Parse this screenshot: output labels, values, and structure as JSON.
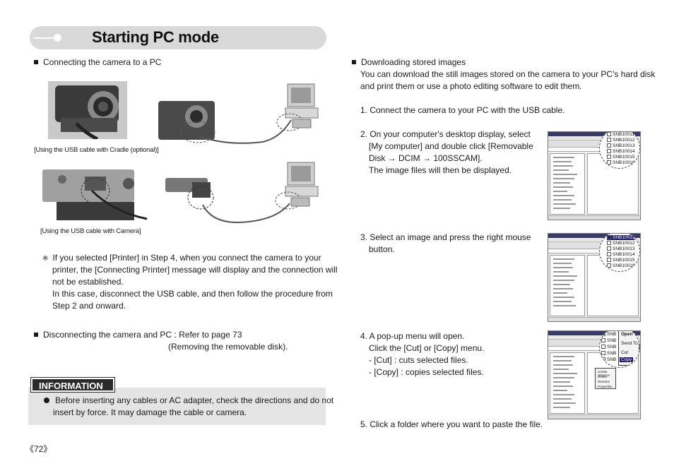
{
  "page": {
    "title": "Starting PC mode",
    "page_number": "《72》"
  },
  "left": {
    "connect_heading": "Connecting the camera to a PC",
    "caption_cradle": "[Using the USB cable with Cradle (optional)]",
    "caption_camera": "[Using the USB cable with Camera]",
    "note_symbol": "※",
    "note_lines": [
      "If you selected [Printer] in Step 4, when you connect the camera to your",
      "printer, the [Connecting Printer] message will display and the connection will",
      "not be established.",
      "In this case, disconnect the USB cable, and then follow the procedure from",
      "Step 2 and onward."
    ],
    "disconnect_line1": "Disconnecting the camera and PC : Refer to page 73",
    "disconnect_line2": "(Removing the removable disk).",
    "info_label": "INFORMATION",
    "info_lines": [
      "Before inserting any cables or AC adapter, check the directions and do not",
      "insert by force. It may damage the cable or camera."
    ]
  },
  "right": {
    "download_heading": "Downloading stored images",
    "intro_lines": [
      "You can download the still images stored on the camera to your PC's hard disk",
      "and print them or use a photo editing software to edit them."
    ],
    "step1": "1. Connect the camera to your PC with the USB cable.",
    "step2_lines": [
      "2. On your computer's desktop display, select",
      "[My computer] and double click [Removable",
      "Disk → DCIM → 100SSCAM].",
      "The image files will then be displayed."
    ],
    "step3_lines": [
      "3. Select an image and press the right mouse",
      "button."
    ],
    "step4_lines": [
      "4. A pop-up menu will open.",
      "Click the [Cut] or [Copy] menu.",
      "- [Cut]      : cuts selected files.",
      "- [Copy]   : copies selected files."
    ],
    "step5": "5. Click a folder where you want to paste the file."
  },
  "screenshots": {
    "files": [
      "SNB10011",
      "SNB10012",
      "SNB10013",
      "SNB10014",
      "SNB10015",
      "SNB10016"
    ],
    "context_menu": [
      "Open",
      "Send To",
      "Cut",
      "Copy"
    ],
    "context_menu_small": [
      "Create Shortcut",
      "Delete",
      "Rename",
      "Properties"
    ]
  }
}
